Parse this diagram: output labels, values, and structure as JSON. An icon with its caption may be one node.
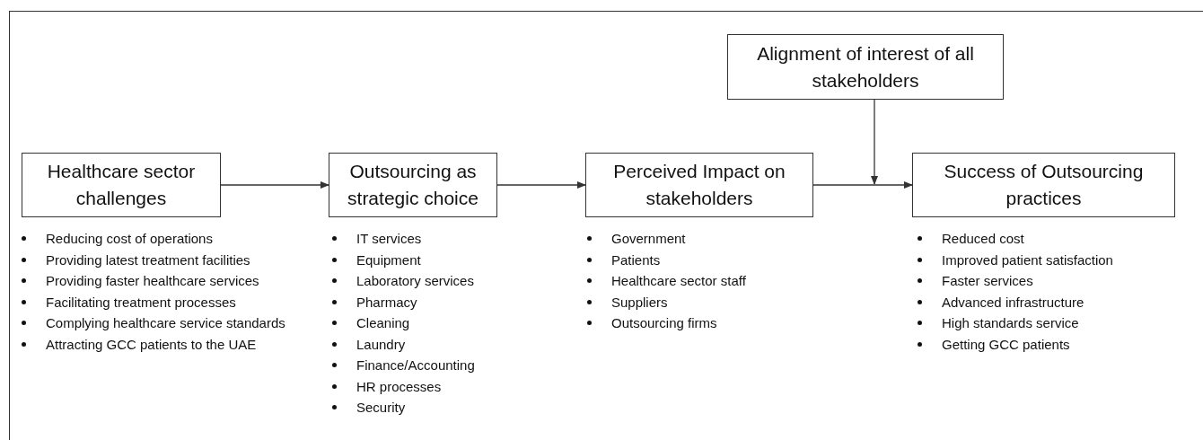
{
  "diagram": {
    "nodes": [
      {
        "text": [
          "Healthcare sector challenges"
        ],
        "beside": [
          "Reducing cost of operations",
          "Providing latest treatment facilities",
          "Providing faster healthcare services",
          "Facilitating treatment processes",
          "Complying healthcare service standards",
          "Attracting GCC patients to the UAE"
        ]
      },
      {
        "text": [
          "Outsourcing as strategic choice"
        ],
        "beside": [
          "IT services",
          "Equipment",
          "Laboratory services",
          "Pharmacy",
          "Cleaning",
          "Laundry",
          "Finance/Accounting",
          "HR processes",
          "Security"
        ]
      },
      {
        "text": [
          "Perceived Impact on stakeholders"
        ],
        "beside": [
          "Government",
          "Patients",
          "Healthcare sector staff",
          "Suppliers",
          "Outsourcing firms"
        ]
      },
      {
        "text": [
          "Success of Outsourcing practices"
        ],
        "beside": [
          "Reduced cost",
          "Improved patient satisfaction",
          "Faster services",
          "Advanced infrastructure",
          "High standards service",
          "Getting GCC patients"
        ]
      },
      {
        "text": [
          "Alignment of interest of all stakeholders"
        ]
      }
    ],
    "edges": [
      {
        "from": 0,
        "to": 1,
        "arrow": "to"
      },
      {
        "from": 1,
        "to": 2,
        "arrow": "to"
      },
      {
        "from": 2,
        "to": 3,
        "arrow": "to"
      },
      {
        "from": 4,
        "to": null,
        "arrow": "to"
      }
    ]
  }
}
